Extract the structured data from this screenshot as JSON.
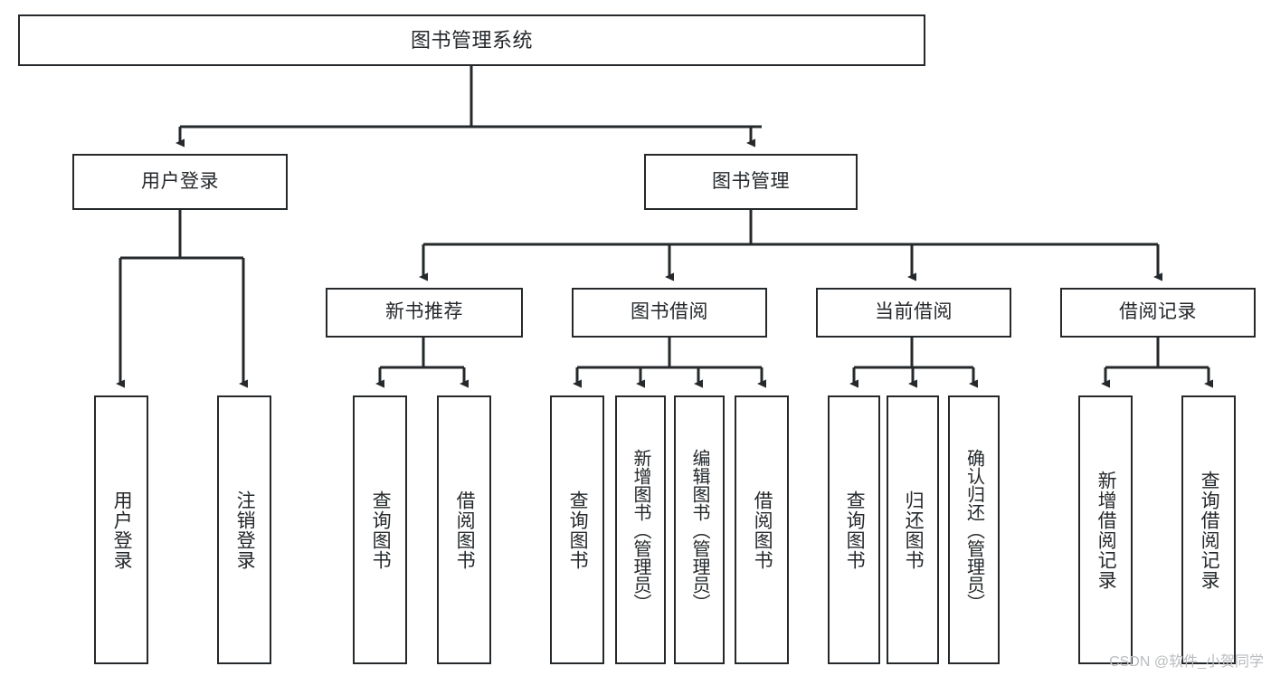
{
  "diagram": {
    "type": "tree",
    "title": "图书管理系统",
    "watermark": "CSDN @软件_小贺同学",
    "colors": {
      "stroke": "#26292b",
      "fill": "#ffffff",
      "text": "#24282b",
      "background": "#ffffff",
      "watermark": "#b9bcbe"
    },
    "nodes": {
      "root": {
        "label": "图书管理系统"
      },
      "level2": [
        {
          "label": "用户登录"
        },
        {
          "label": "图书管理"
        }
      ],
      "level3": [
        {
          "label": "新书推荐"
        },
        {
          "label": "图书借阅"
        },
        {
          "label": "当前借阅"
        },
        {
          "label": "借阅记录"
        }
      ],
      "leaves": {
        "user_login": [
          {
            "label": "用户登录"
          },
          {
            "label": "注销登录"
          }
        ],
        "new_book": [
          {
            "label": "查询图书"
          },
          {
            "label": "借阅图书"
          }
        ],
        "book_borrow": [
          {
            "label": "查询图书"
          },
          {
            "label": "新增图书（管理员）"
          },
          {
            "label": "编辑图书（管理员）"
          },
          {
            "label": "借阅图书"
          }
        ],
        "current_borrow": [
          {
            "label": "查询图书"
          },
          {
            "label": "归还图书"
          },
          {
            "label": "确认归还（管理员）"
          }
        ],
        "borrow_record": [
          {
            "label": "新增借阅记录"
          },
          {
            "label": "查询借阅记录"
          }
        ]
      }
    }
  }
}
